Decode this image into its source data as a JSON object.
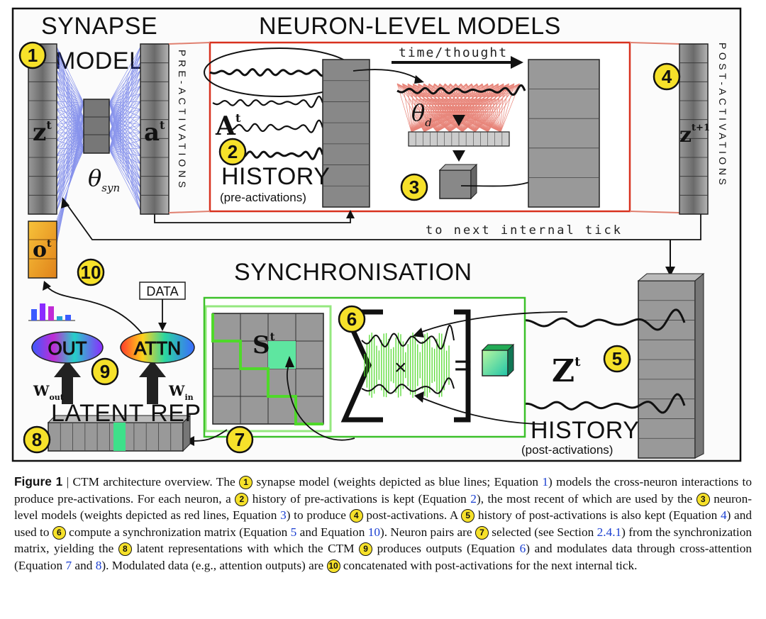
{
  "diagram": {
    "headings": {
      "synapse_model_line1": "SYNAPSE",
      "synapse_model_line2": "MODEL",
      "neuron_level_models": "NEURON-LEVEL MODELS",
      "synchronisation": "SYNCHRONISATION"
    },
    "labels": {
      "pre_activations": "PRE-ACTIVATIONS",
      "post_activations": "POST-ACTIVATIONS",
      "time_thought": "time/thought",
      "history": "HISTORY",
      "history_pre": "(pre-activations)",
      "history_post": "(post-activations)",
      "to_next_tick": "to next internal tick",
      "data": "DATA",
      "attn": "ATTN",
      "out": "OUT",
      "latent_rep": "LATENT REP"
    },
    "math": {
      "z_t": "z",
      "z_t_sup": "t",
      "a_t": "a",
      "a_t_sup": "t",
      "theta_syn": "θ",
      "theta_syn_sub": "syn",
      "A_t": "A",
      "A_t_sup": "t",
      "theta_d": "θ",
      "theta_d_sub": "d",
      "z_t1": "z",
      "z_t1_sup": "t+1",
      "o_t": "o",
      "o_t_sup": "t",
      "s_t": "S",
      "s_t_sup": "t",
      "times": "×",
      "equals": "=",
      "Z_t": "Z",
      "Z_t_sup": "t",
      "w_out": "W",
      "w_out_sub": "out",
      "w_in": "W",
      "w_in_sub": "in"
    },
    "badges": [
      "1",
      "2",
      "3",
      "4",
      "5",
      "6",
      "7",
      "8",
      "9",
      "10"
    ],
    "colors": {
      "badge_yellow": "#f6e12a",
      "synapse_blue": "#2a3fe0",
      "neuron_red": "#d8321f",
      "sync_green": "#4fd92a",
      "output_orange": "#f2a21c"
    }
  },
  "caption": {
    "figure_label": "Figure 1",
    "separator": " | ",
    "s1": "CTM architecture overview. The ",
    "n1": "1",
    "s2": " synapse model (weights depicted as blue lines; Equation ",
    "r1": "1",
    "s3": ") models the cross-neuron interactions to produce pre-activations. For each neuron, a ",
    "n2": "2",
    "s4": " history of pre-activations is kept (Equation ",
    "r2": "2",
    "s5": "), the most recent of which are used by the ",
    "n3": "3",
    "s6": " neuron-level models (weights depicted as red lines, Equation ",
    "r3": "3",
    "s7": ") to produce ",
    "n4": "4",
    "s8": " post-activations. A ",
    "n5": "5",
    "s9": " history of post-activations is also kept (Equation ",
    "r4": "4",
    "s10": ") and used to ",
    "n6": "6",
    "s11": " compute a synchronization matrix (Equation ",
    "r5": "5",
    "s12": " and Equation ",
    "r6": "10",
    "s13": "). Neuron pairs are ",
    "n7": "7",
    "s14": " selected (see Section ",
    "r7": "2.4.1",
    "s15": ") from the synchronization matrix, yielding the ",
    "n8": "8",
    "s16": " latent representations with which the CTM ",
    "n9": "9",
    "s17": " produces outputs (Equation ",
    "r8": "6",
    "s18": ") and modulates data through cross-attention (Equation ",
    "r9": "7",
    "s19": " and ",
    "r10": "8",
    "s20": "). Modulated data (e.g., attention outputs) are ",
    "n10": "10",
    "s21": " concatenated with post-activations for the next internal tick."
  }
}
